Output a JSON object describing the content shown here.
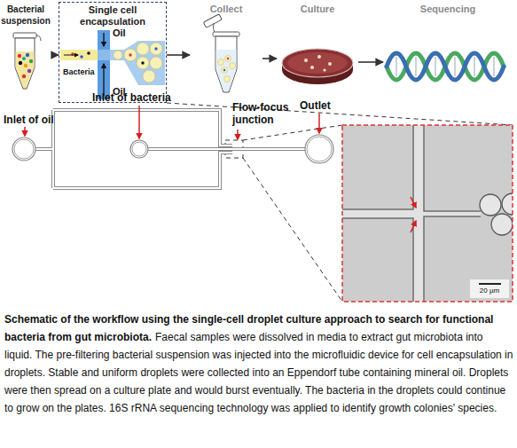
{
  "diagram": {
    "title": "Schematic of the workflow using the single-cell droplet culture approach to search for functional bacteria from gut microbiota.",
    "caption": "Faecal samples were dissolved in media to extract gut microbiota into liquid. The pre-filtering bacterial suspension was injected into the microfluidic device for cell encapsulation in droplets. Stable and uniform droplets were collected into an Eppendorf tube containing mineral oil. Droplets were then spread on a culture plate and would burst eventually. The bacteria in the droplets could continue to grow on the plates. 16S rRNA sequencing technology was applied to identify growth colonies' species.",
    "nodes": [
      {
        "text": [
          "Bacterial suspension"
        ]
      },
      {
        "text": [
          "Single cell encapsulation",
          "Oil",
          "Oil",
          "Bacteria"
        ]
      },
      {
        "text": [
          "Collect"
        ]
      },
      {
        "text": [
          "Culture"
        ]
      },
      {
        "text": [
          "Sequencing"
        ]
      }
    ],
    "edges": [
      {
        "from": 0,
        "to": 1,
        "arrow": "to"
      },
      {
        "from": 1,
        "to": 2,
        "arrow": "to"
      },
      {
        "from": 2,
        "to": 3,
        "arrow": "to"
      },
      {
        "from": 3,
        "to": 4,
        "arrow": "to"
      }
    ],
    "labels": [
      "Inlet of oil",
      "Inlet of bacteria",
      "Flow-focus junction",
      "Outlet",
      "20 µm"
    ]
  }
}
